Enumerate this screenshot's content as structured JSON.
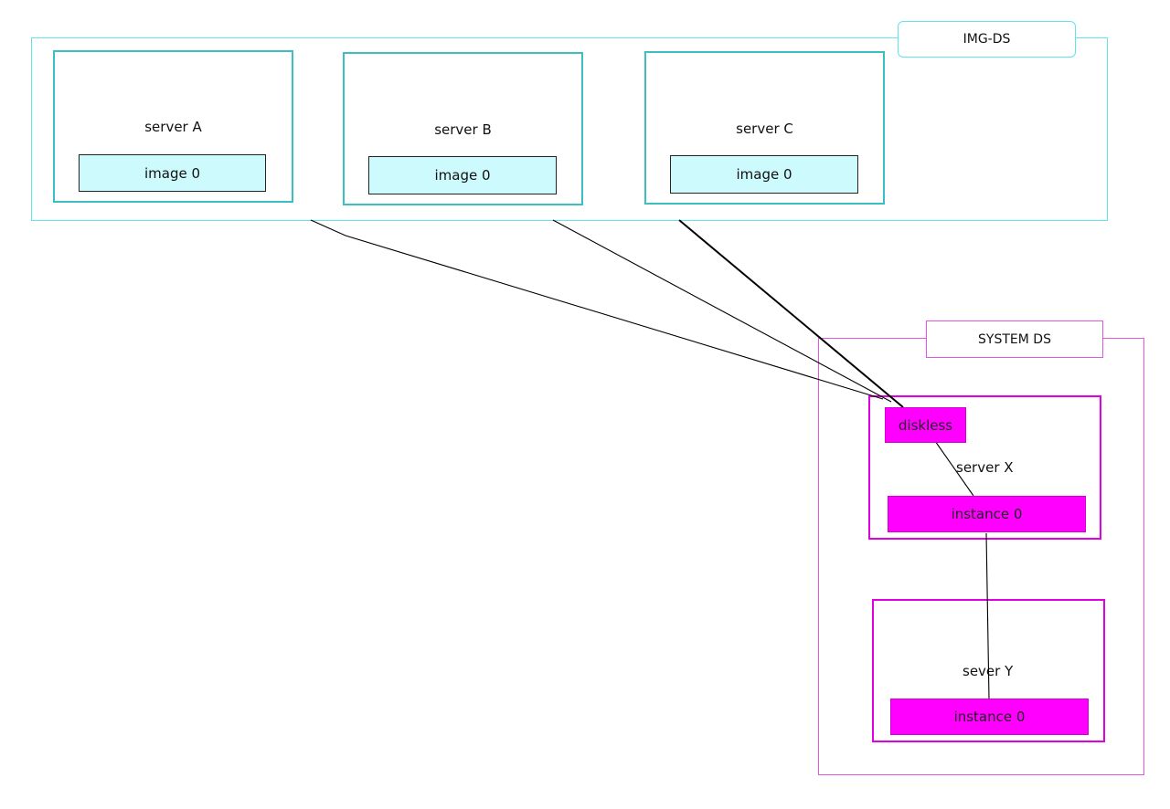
{
  "img_ds": {
    "title": "IMG-DS",
    "servers": [
      {
        "name": "server A",
        "image": "image 0"
      },
      {
        "name": "server B",
        "image": "image 0"
      },
      {
        "name": "server C",
        "image": "image 0"
      }
    ]
  },
  "system_ds": {
    "title": "SYSTEM DS",
    "server_x": {
      "name": "server X",
      "diskless": "diskless",
      "instance": "instance 0"
    },
    "server_y": {
      "name": "sever Y",
      "instance": "instance 0"
    }
  },
  "colors": {
    "img_border": "#5ee6ea",
    "img_server_border": "#3bbfc0",
    "image_fill": "#cdfafd",
    "system_border": "#e455e4",
    "system_server_border": "#e100e1",
    "magenta_fill": "#ff00ff",
    "connector": "#000000"
  }
}
